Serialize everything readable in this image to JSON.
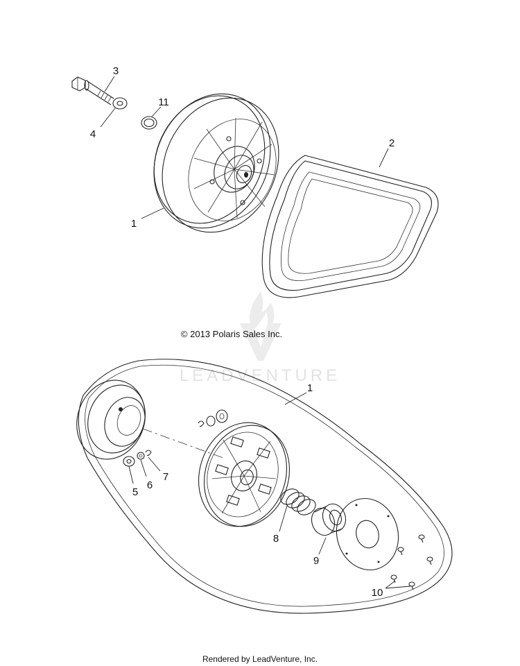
{
  "diagram": {
    "callouts": [
      {
        "id": "c3",
        "label": "3"
      },
      {
        "id": "c4",
        "label": "4"
      },
      {
        "id": "c11",
        "label": "11"
      },
      {
        "id": "c2",
        "label": "2"
      },
      {
        "id": "c1a",
        "label": "1"
      },
      {
        "id": "c1b",
        "label": "1"
      },
      {
        "id": "c5",
        "label": "5"
      },
      {
        "id": "c6",
        "label": "6"
      },
      {
        "id": "c7",
        "label": "7"
      },
      {
        "id": "c8",
        "label": "8"
      },
      {
        "id": "c9",
        "label": "9"
      },
      {
        "id": "c10",
        "label": "10"
      }
    ],
    "copyright": "© 2013 Polaris Sales Inc.",
    "watermark": "LEADVENTURE",
    "footer": "Rendered by LeadVenture, Inc."
  }
}
